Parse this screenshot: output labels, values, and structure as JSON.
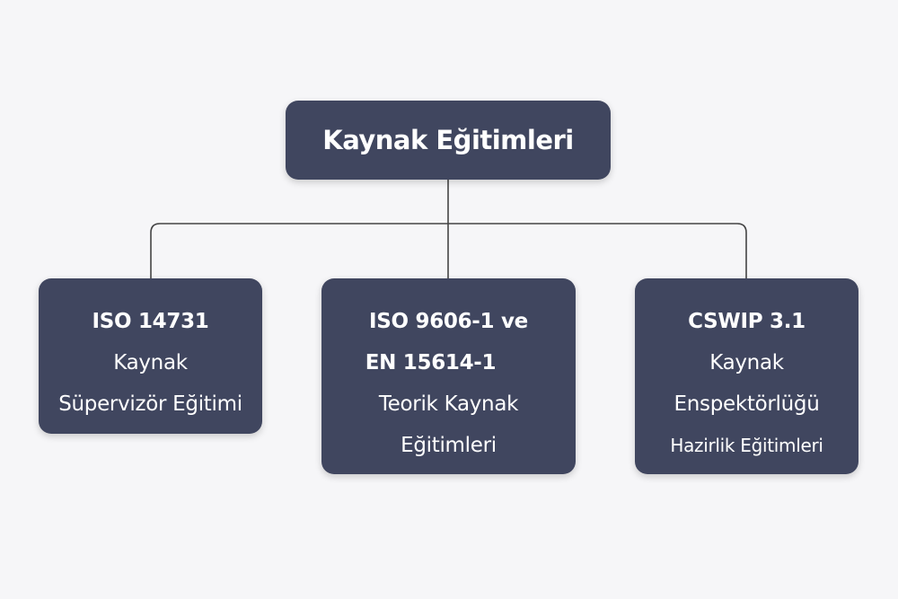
{
  "root": {
    "label": "Kaynak Eğitimleri"
  },
  "children": [
    {
      "lines": [
        "ISO 14731",
        "Kaynak",
        "Süpervizör Eğitimi"
      ]
    },
    {
      "lines": [
        "ISO 9606-1 ve",
        "EN 15614-1",
        "Teorik Kaynak",
        "Eğitimleri"
      ]
    },
    {
      "lines": [
        "CSWIP 3.1",
        "Kaynak",
        "Enspektörlüğü",
        "Hazirlik Eğitimleri"
      ]
    }
  ],
  "colors": {
    "node": "#40465f",
    "connector": "#444444",
    "background": "#f6f6f8"
  }
}
